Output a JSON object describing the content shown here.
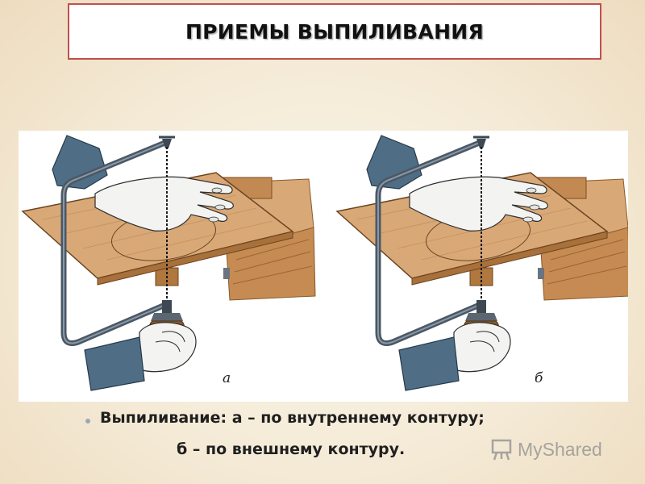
{
  "slide": {
    "title": "ПРИЕМЫ ВЫПИЛИВАНИЯ",
    "caption_line1": "Выпиливание: а – по внутреннему контуру;",
    "caption_line2": "б – по внешнему контуру."
  },
  "figure": {
    "panels": [
      {
        "label": "а",
        "technique": "inner-contour"
      },
      {
        "label": "б",
        "technique": "outer-contour"
      }
    ]
  },
  "watermark": {
    "text": "MyShared",
    "icon": "presentation-board-icon"
  },
  "colors": {
    "title_border": "#c0504d",
    "board": "#d9a877",
    "wood_dark": "#b0773e",
    "sleeve": "#4f6e86",
    "frame": "#4a5866",
    "skin": "#f3f3f1"
  }
}
